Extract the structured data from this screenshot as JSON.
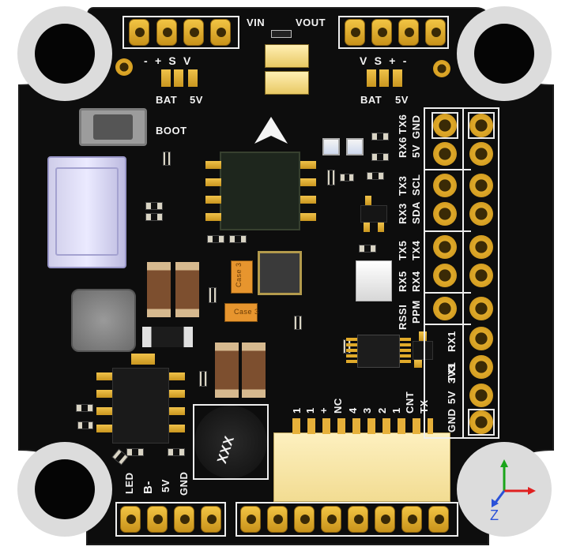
{
  "board": {
    "colors": {
      "pcb": "#0d0d0d",
      "silkscreen": "#f4f4f4",
      "gold": "#d9a52a",
      "mount_ring": "#dcdcdc"
    }
  },
  "labels": {
    "vin": "VIN",
    "vout": "VOUT",
    "bat_left_polarity": "-  +  S  V",
    "bat_right_polarity": "V  S  +  -",
    "bat_left": "BAT",
    "fivev_left": "5V",
    "bat_right": "BAT",
    "fivev_right": "5V",
    "boot": "BOOT",
    "rx6": "RX6",
    "tx6": "TX6",
    "fivev_6": "5V",
    "gnd_6": "GND",
    "tx3": "TX3",
    "scl": "SCL",
    "rx3": "RX3",
    "sda": "SDA",
    "tx5": "TX5",
    "tx4": "TX4",
    "rx5": "RX5",
    "rx4": "RX4",
    "rssi": "RSSI",
    "ppm": "PPM",
    "rx1": "RX1",
    "tx1": "TX1",
    "v33": "3V3",
    "fivev_1": "5V",
    "gnd_1": "GND",
    "conn_1": "1",
    "conn_2": "1",
    "conn_3": "+",
    "conn_4": "NC",
    "conn_5": "4",
    "conn_6": "3",
    "conn_7": "2",
    "conn_8": "1",
    "conn_9": "CNT",
    "conn_10": "TX",
    "led": "LED",
    "bminus": "B-",
    "fivev_bottom": "5V",
    "gnd_bottom": "GND",
    "case_top": "Case 3",
    "case_bottom": "Case 3",
    "inductor": "XXX",
    "axis_z": "Z"
  },
  "icons": {
    "arrow": "direction-arrow-icon",
    "axes": "xyz-axes-icon"
  }
}
